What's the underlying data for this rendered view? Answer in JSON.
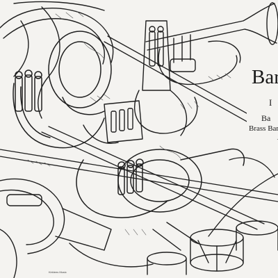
{
  "cover": {
    "title_fragment": "Bar",
    "line1_fragment": "I",
    "line2_fragment": "Ba",
    "line3_fragment": "Brass Band",
    "credit": "Kirklees Music"
  },
  "style": {
    "ink_color": "#1a1a1a",
    "paper_color": "#f4f3f0"
  }
}
